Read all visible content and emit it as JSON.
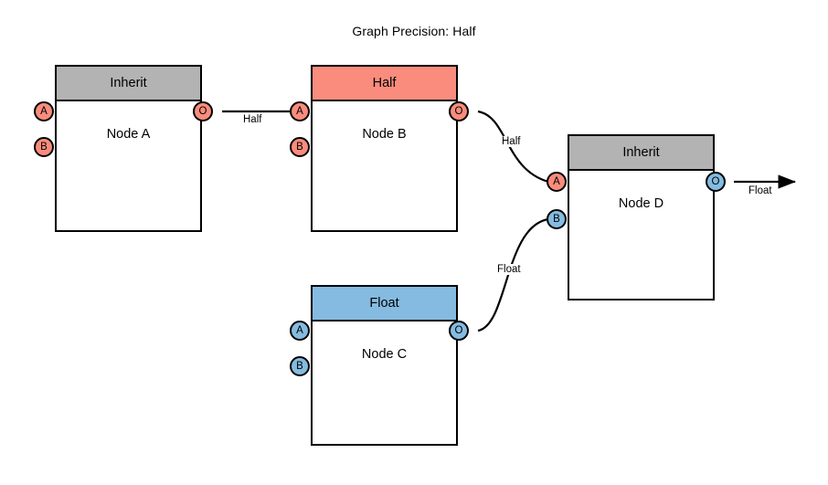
{
  "title": "Graph Precision: Half",
  "colors": {
    "inherit": "#b3b3b3",
    "half": "#fa8c7d",
    "float": "#85bbe0",
    "stroke": "#000000",
    "background": "#ffffff"
  },
  "nodes": [
    {
      "id": "node-a",
      "header": "Inherit",
      "label": "Node A",
      "header_type": "inherit",
      "ports": [
        {
          "name": "A",
          "side": "left",
          "label": "A",
          "type": "half"
        },
        {
          "name": "B",
          "side": "left",
          "label": "B",
          "type": "half"
        },
        {
          "name": "O",
          "side": "right",
          "label": "O",
          "type": "half"
        }
      ]
    },
    {
      "id": "node-b",
      "header": "Half",
      "label": "Node B",
      "header_type": "half",
      "ports": [
        {
          "name": "A",
          "side": "left",
          "label": "A",
          "type": "half"
        },
        {
          "name": "B",
          "side": "left",
          "label": "B",
          "type": "half"
        },
        {
          "name": "O",
          "side": "right",
          "label": "O",
          "type": "half"
        }
      ]
    },
    {
      "id": "node-c",
      "header": "Float",
      "label": "Node C",
      "header_type": "float",
      "ports": [
        {
          "name": "A",
          "side": "left",
          "label": "A",
          "type": "float"
        },
        {
          "name": "B",
          "side": "left",
          "label": "B",
          "type": "float"
        },
        {
          "name": "O",
          "side": "right",
          "label": "O",
          "type": "float"
        }
      ]
    },
    {
      "id": "node-d",
      "header": "Inherit",
      "label": "Node D",
      "header_type": "inherit",
      "ports": [
        {
          "name": "A",
          "side": "left",
          "label": "A",
          "type": "half"
        },
        {
          "name": "B",
          "side": "left",
          "label": "B",
          "type": "float"
        },
        {
          "name": "O",
          "side": "right",
          "label": "O",
          "type": "float"
        }
      ]
    }
  ],
  "edges": [
    {
      "id": "edge-a-o-to-b-a",
      "from": "node-a.O",
      "to": "node-b.A",
      "label": "Half"
    },
    {
      "id": "edge-b-o-to-d-a",
      "from": "node-b.O",
      "to": "node-d.A",
      "label": "Half"
    },
    {
      "id": "edge-c-o-to-d-b",
      "from": "node-c.O",
      "to": "node-d.B",
      "label": "Float"
    },
    {
      "id": "edge-d-o-output",
      "from": "node-d.O",
      "to": "output",
      "label": "Float"
    }
  ]
}
